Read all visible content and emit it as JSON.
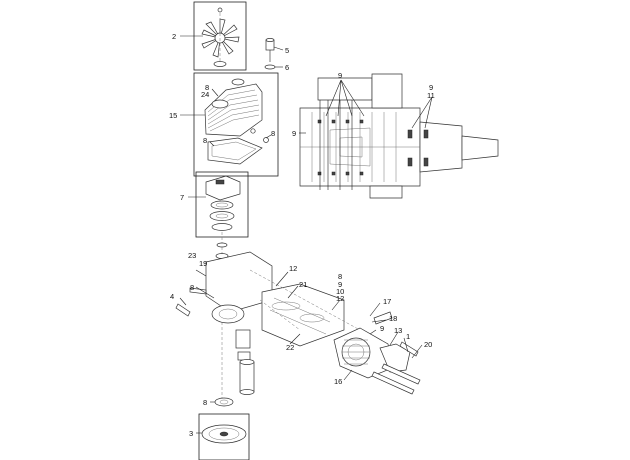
{
  "callouts": {
    "c1": "1",
    "c2": "2",
    "c3": "3",
    "c4": "4",
    "c5": "5",
    "c6": "6",
    "c7": "7",
    "c8": "8",
    "c9": "9",
    "c10": "10",
    "c11": "11",
    "c12": "12",
    "c13": "13",
    "c15": "15",
    "c16": "16",
    "c17": "17",
    "c18": "18",
    "c19": "19",
    "c20": "20",
    "c21": "21",
    "c22": "22",
    "c23": "23",
    "c24": "24"
  }
}
